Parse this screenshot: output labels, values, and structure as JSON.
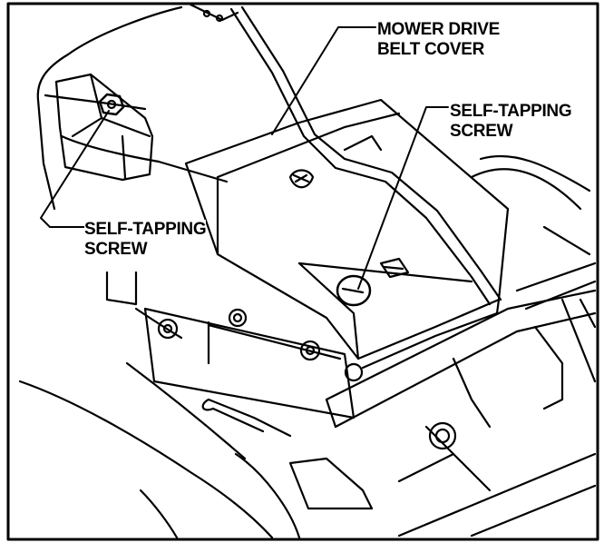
{
  "diagram": {
    "callouts": [
      {
        "id": "mower-drive-belt-cover",
        "lines": [
          "MOWER DRIVE",
          "BELT COVER"
        ]
      },
      {
        "id": "self-tapping-screw-right",
        "lines": [
          "SELF-TAPPING",
          "SCREW"
        ]
      },
      {
        "id": "self-tapping-screw-left",
        "lines": [
          "SELF-TAPPING",
          "SCREW"
        ]
      }
    ],
    "ink_color": "#000000",
    "paper_color": "#ffffff"
  }
}
